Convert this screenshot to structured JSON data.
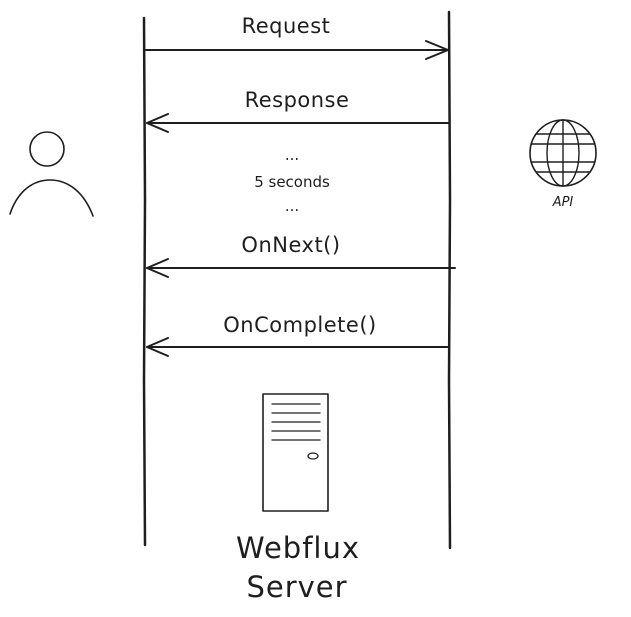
{
  "messages": {
    "request": "Request",
    "response": "Response",
    "ellipsis_top": "...",
    "delay": "5 seconds",
    "ellipsis_bottom": "...",
    "on_next": "OnNext()",
    "on_complete": "OnComplete()"
  },
  "actors": {
    "user_icon": "user-icon",
    "api_icon": "globe-icon",
    "api_label": "API",
    "server_icon": "server-icon",
    "server_label_line1": "Webflux",
    "server_label_line2": "Server"
  },
  "colors": {
    "stroke": "#1e1e1e",
    "background": "#ffffff"
  }
}
